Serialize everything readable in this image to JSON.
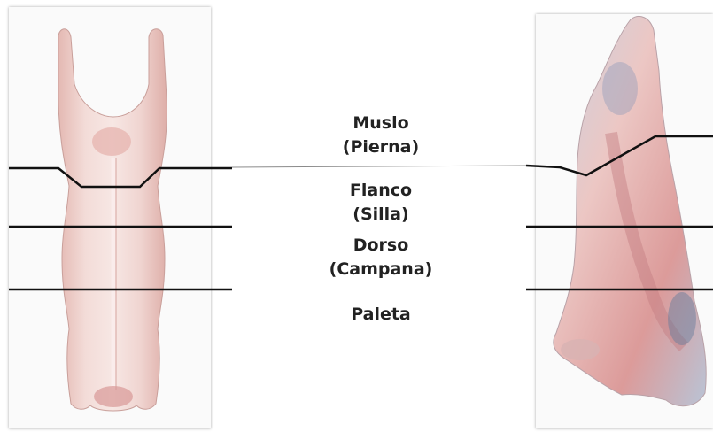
{
  "cuts": [
    {
      "name": "Muslo",
      "alt": "(Pierna)"
    },
    {
      "name": "Flanco",
      "alt": "(Silla)"
    },
    {
      "name": "Dorso",
      "alt": "(Campana)"
    },
    {
      "name": "Paleta",
      "alt": ""
    }
  ],
  "colors": {
    "meat_light": "#f0d6d3",
    "meat_pink": "#e8b8b4",
    "meat_deep": "#d4898a",
    "bruise_blue": "#7e93b8",
    "line": "#111111"
  }
}
